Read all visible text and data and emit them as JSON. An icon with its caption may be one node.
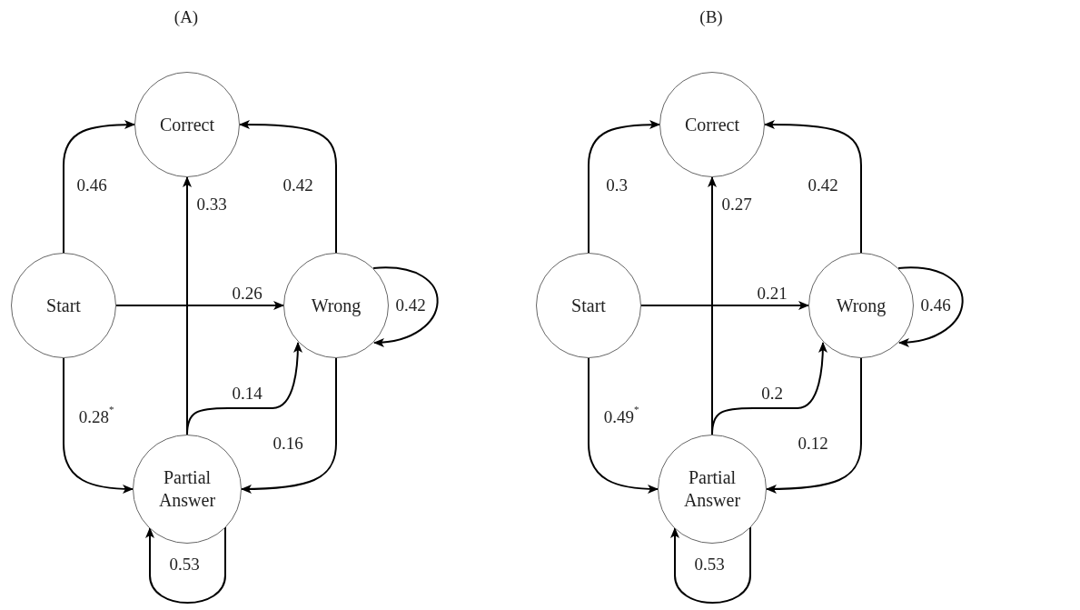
{
  "diagram": {
    "nodes": [
      {
        "text": [
          "Correct"
        ]
      },
      {
        "text": [
          "Start"
        ]
      },
      {
        "text": [
          "Wrong"
        ]
      },
      {
        "text": [
          "Partial Answer"
        ]
      },
      {
        "text": [
          "Correct"
        ]
      },
      {
        "text": [
          "Start"
        ]
      },
      {
        "text": [
          "Wrong"
        ]
      },
      {
        "text": [
          "Partial Answer"
        ]
      }
    ],
    "edges": [
      {
        "from": 1,
        "to": 0,
        "arrow": "to",
        "label": "0.46"
      },
      {
        "from": 3,
        "to": 0,
        "arrow": "to",
        "label": "0.33"
      },
      {
        "from": 2,
        "to": 0,
        "arrow": "to",
        "label": "0.42"
      },
      {
        "from": 1,
        "to": 2,
        "arrow": "to",
        "label": "0.26"
      },
      {
        "from": 2,
        "to": 2,
        "arrow": "to",
        "label": "0.42"
      },
      {
        "from": 3,
        "to": 2,
        "arrow": "to",
        "label": "0.14"
      },
      {
        "from": 1,
        "to": 3,
        "arrow": "to",
        "label": "0.28$^{*}$"
      },
      {
        "from": 2,
        "to": 3,
        "arrow": "to",
        "label": "0.16"
      },
      {
        "from": 3,
        "to": 3,
        "arrow": "to",
        "label": "0.53"
      },
      {
        "from": 5,
        "to": 4,
        "arrow": "to",
        "label": "0.3"
      },
      {
        "from": 7,
        "to": 4,
        "arrow": "to",
        "label": "0.27"
      },
      {
        "from": 6,
        "to": 4,
        "arrow": "to",
        "label": "0.42"
      },
      {
        "from": 5,
        "to": 6,
        "arrow": "to",
        "label": "0.21"
      },
      {
        "from": 6,
        "to": 6,
        "arrow": "to",
        "label": "0.46"
      },
      {
        "from": 7,
        "to": 6,
        "arrow": "to",
        "label": "0.2"
      },
      {
        "from": 5,
        "to": 7,
        "arrow": "to",
        "label": "0.49$^{*}$"
      },
      {
        "from": 6,
        "to": 7,
        "arrow": "to",
        "label": "0.12"
      },
      {
        "from": 7,
        "to": 7,
        "arrow": "to",
        "label": "0.53"
      }
    ],
    "labels": [
      "(A)",
      "(B)"
    ]
  }
}
